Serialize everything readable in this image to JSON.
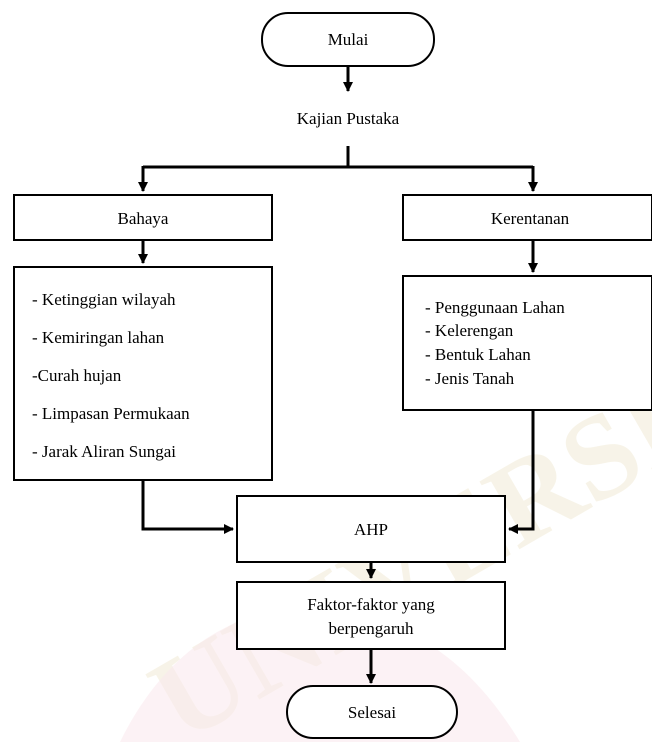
{
  "colors": {
    "stroke": "#000000",
    "background": "#ffffff",
    "watermark": "#f1ebd6",
    "watermark_accent": "#f6d8e0"
  },
  "watermark": {
    "text": "UNIVERSITAS"
  },
  "nodes": {
    "start": "Mulai",
    "literature": "Kajian Pustaka",
    "hazard": "Bahaya",
    "vulnerability": "Kerentanan",
    "hazard_items": [
      "- Ketinggian wilayah",
      "- Kemiringan lahan",
      "-Curah hujan",
      "- Limpasan Permukaan",
      "- Jarak Aliran Sungai"
    ],
    "vulnerability_items": [
      "- Penggunaan Lahan",
      "- Kelerengan",
      "- Bentuk Lahan",
      "- Jenis Tanah"
    ],
    "ahp": "AHP",
    "factors": [
      "Faktor-faktor yang",
      "berpengaruh"
    ],
    "end": "Selesai"
  }
}
